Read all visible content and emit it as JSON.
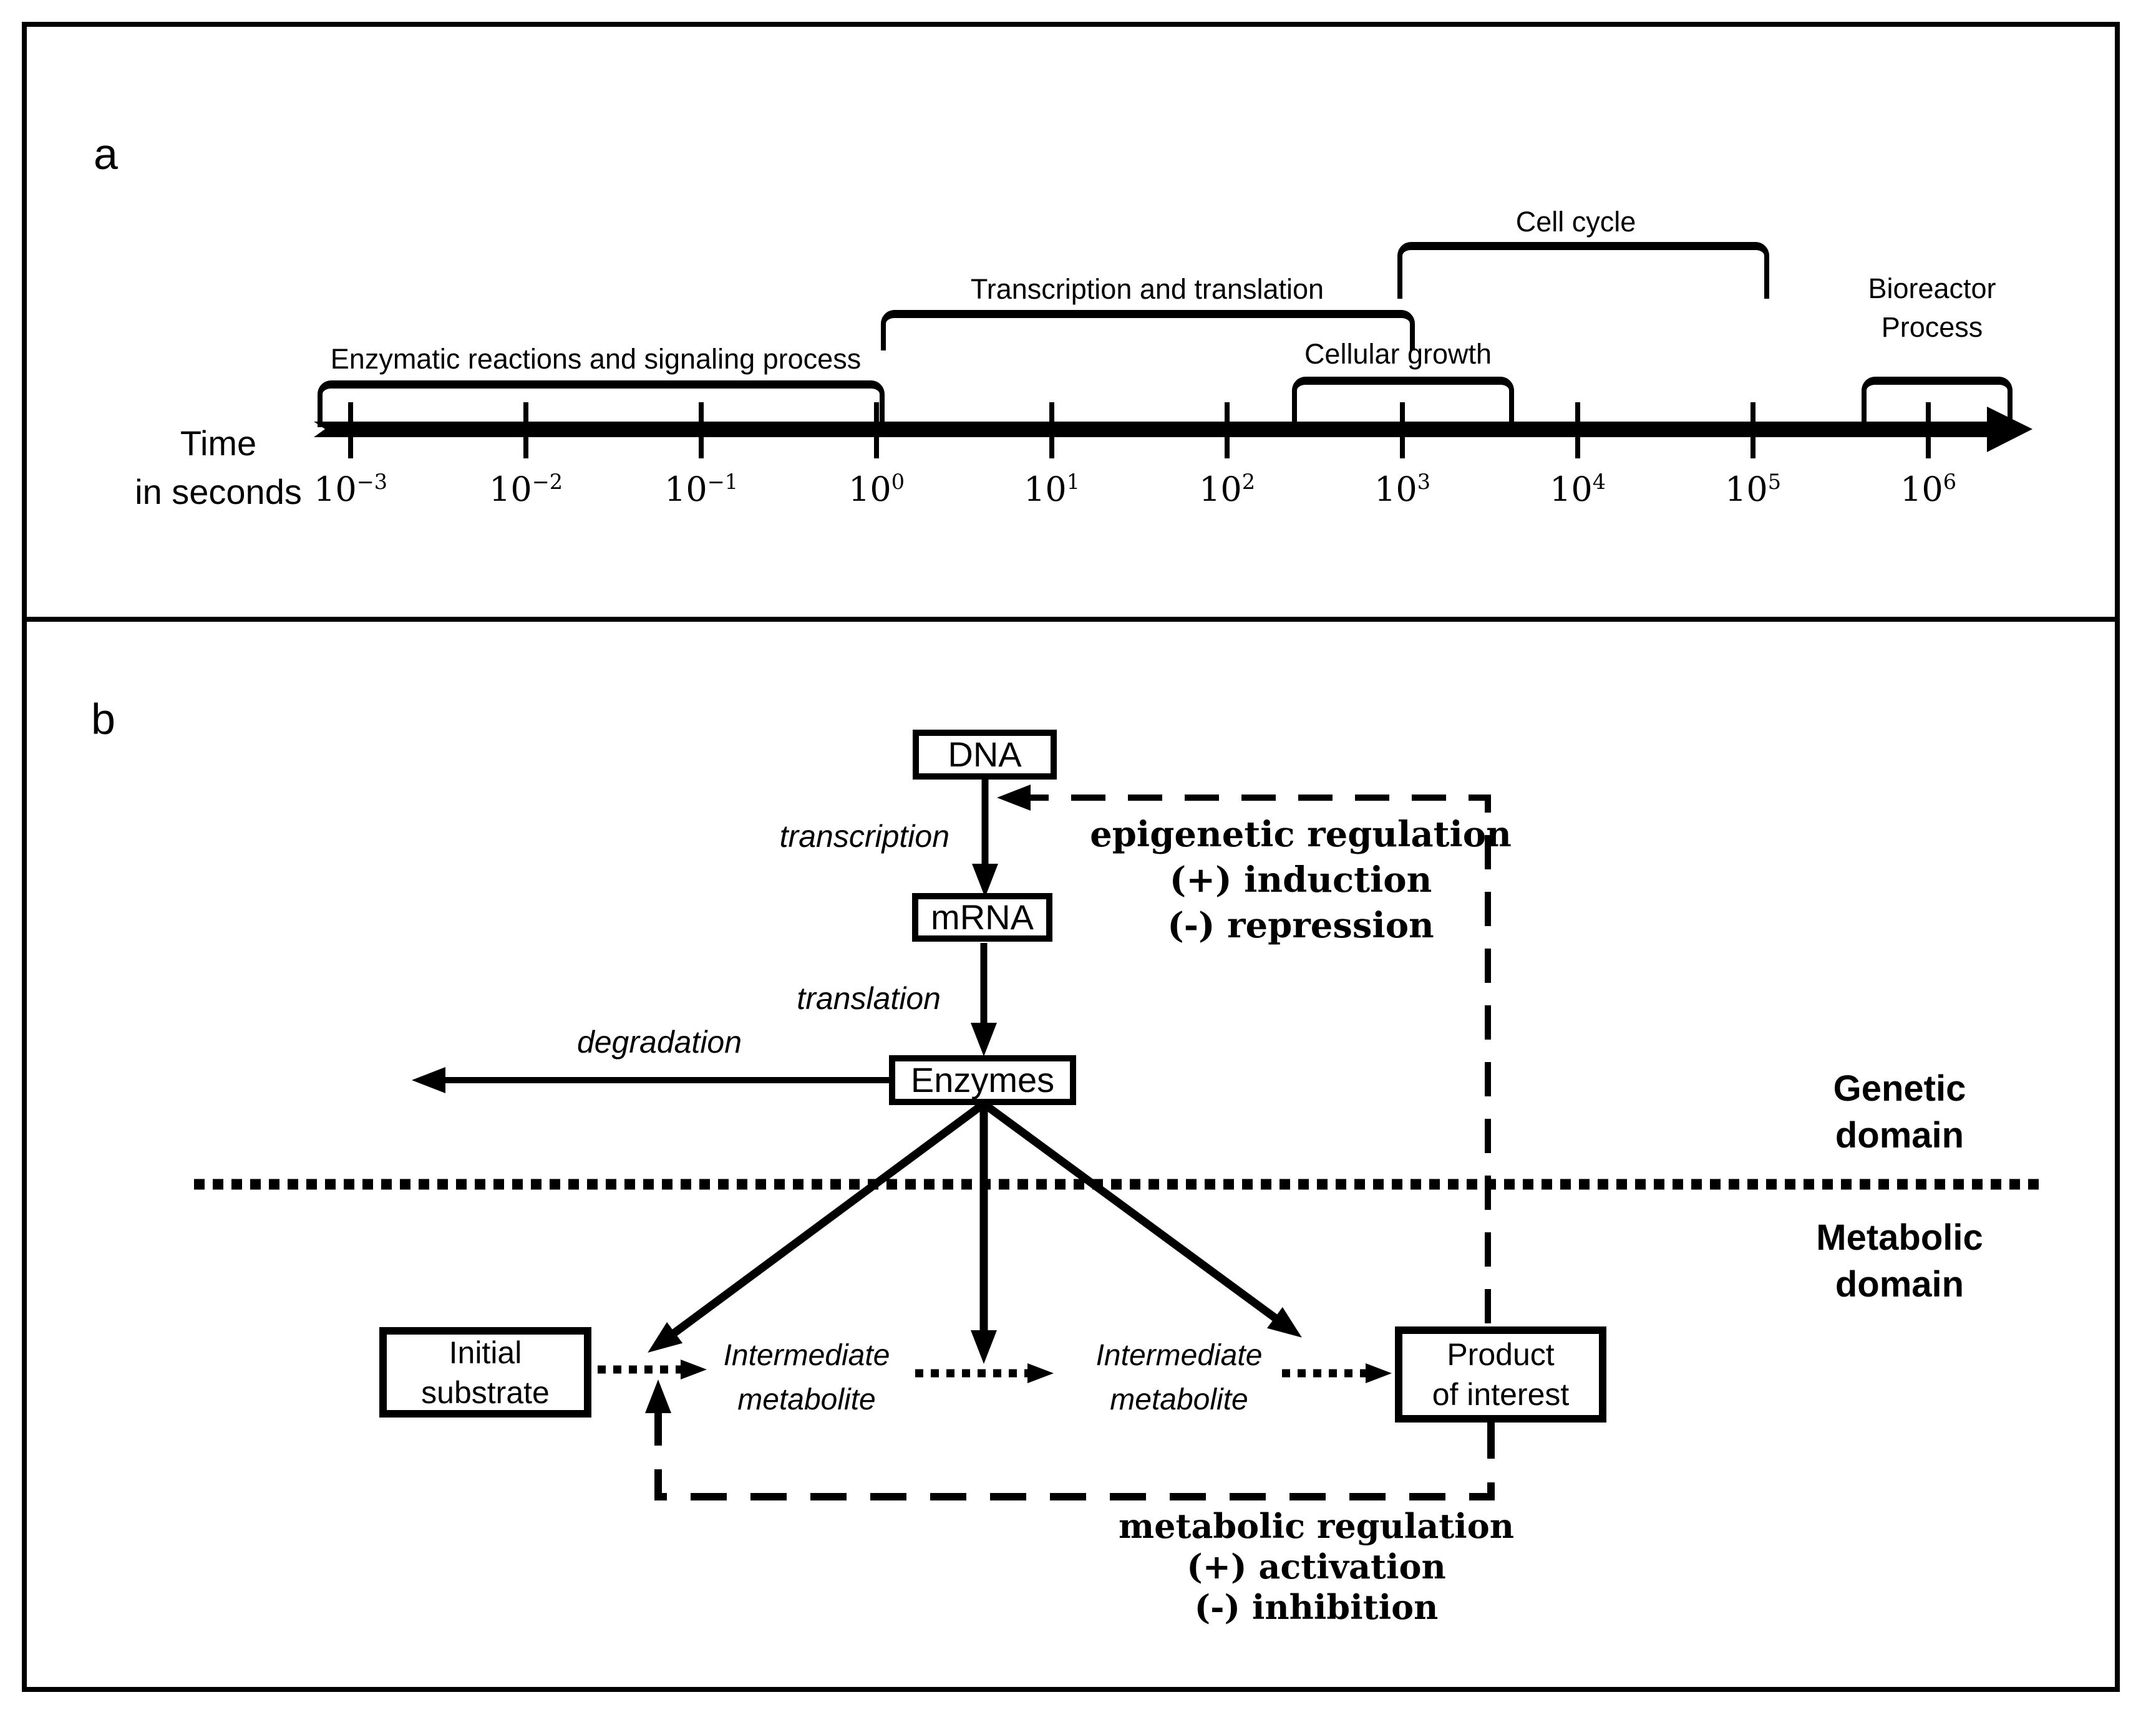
{
  "colors": {
    "ink": "#000000",
    "paper": "#ffffff"
  },
  "panel_a": {
    "label": "a",
    "time_label": {
      "line1": "Time",
      "line2": "in seconds"
    },
    "tick_base": "10",
    "tick_exponents": [
      "−3",
      "−2",
      "−1",
      "0",
      "1",
      "2",
      "3",
      "4",
      "5",
      "6"
    ],
    "brackets": {
      "enzymatic": "Enzymatic reactions and signaling process",
      "transcription_translation": "Transcription and translation",
      "cell_cycle": "Cell cycle",
      "cellular_growth": "Cellular growth",
      "bioreactor_line1": "Bioreactor",
      "bioreactor_line2": "Process"
    },
    "timescale_ranges_log10_seconds": {
      "enzymatic_reactions_and_signaling_process": [
        -3,
        0
      ],
      "transcription_and_translation": [
        0,
        3
      ],
      "cellular_growth": [
        2.4,
        3.6
      ],
      "cell_cycle": [
        3,
        5
      ],
      "bioreactor_process": [
        5.6,
        6.4
      ]
    }
  },
  "panel_b": {
    "label": "b",
    "boxes": {
      "dna": "DNA",
      "mrna": "mRNA",
      "enzymes": "Enzymes",
      "initial_substrate_line1": "Initial",
      "initial_substrate_line2": "substrate",
      "product_line1": "Product",
      "product_line2": "of interest"
    },
    "process_labels": {
      "transcription": "transcription",
      "translation": "translation",
      "degradation": "degradation",
      "intermediate_line1": "Intermediate",
      "intermediate_line2": "metabolite"
    },
    "epigenetic_regulation": {
      "title": "epigenetic regulation",
      "plus": "(+) induction",
      "minus": "(-) repression"
    },
    "metabolic_regulation": {
      "title": "metabolic regulation",
      "plus": "(+) activation",
      "minus": "(-) inhibition"
    },
    "domains": {
      "genetic_line1": "Genetic",
      "genetic_line2": "domain",
      "metabolic_line1": "Metabolic",
      "metabolic_line2": "domain"
    }
  }
}
